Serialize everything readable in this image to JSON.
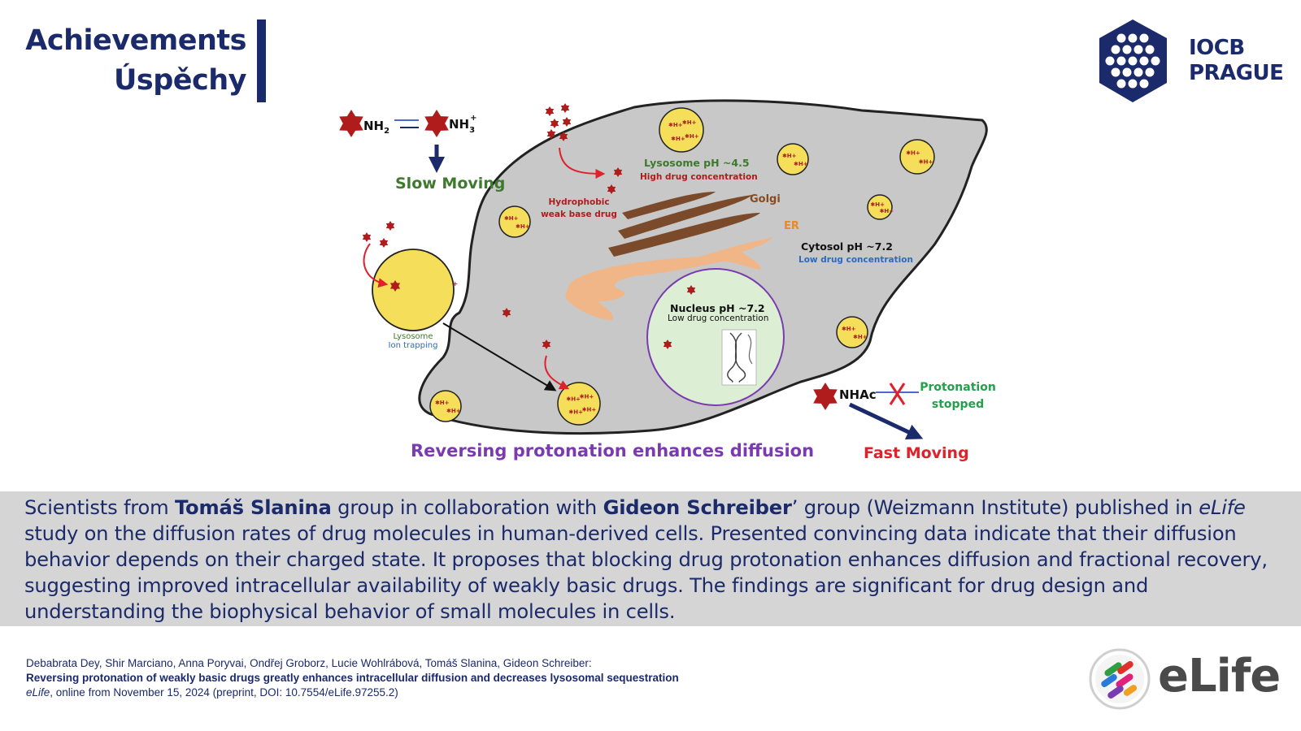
{
  "header": {
    "line1": "Achievements",
    "line2": "Úspěchy"
  },
  "iocb_logo": {
    "line1": "IOCB",
    "line2": "PRAGUE",
    "color": "#1b2a6b"
  },
  "diagram": {
    "amine_left": "NH",
    "amine_left_sub": "2",
    "amine_right": "NH",
    "amine_right_sub": "3",
    "amine_right_sup": "+",
    "slow_moving": "Slow Moving",
    "lysosome_top_label": "Lysosome  pH ~4.5",
    "high_drug": "High drug concentration",
    "hydrophobic": [
      "Hydrophobic",
      "weak base drug"
    ],
    "golgi": "Golgi",
    "er": "ER",
    "cytosol": "Cytosol  pH ~7.2",
    "low_drug_cytosol": "Low drug concentration",
    "nucleus": "Nucleus  pH ~7.2",
    "low_drug_nucleus": "Low drug concentration",
    "lysosome_left": "Lysosome",
    "ion_trapping": "Ion trapping",
    "nhac": "NHAc",
    "protonation_stopped": [
      "Protonation",
      "stopped"
    ],
    "fast_moving": "Fast Moving",
    "bottom_caption": "Reversing protonation enhances diffusion",
    "proton": "H",
    "proton_sup": "+"
  },
  "summary": {
    "p1": "Scientists from ",
    "name1": "Tomáš Slanina",
    "p2": " group in collaboration with ",
    "name2": "Gideon Schreiber",
    "p3": "’ group (Weizmann Institute)  published in ",
    "journal": "eLife",
    "p4": " study on the diffusion rates of drug molecules in human-derived cells. Presented convincing data indicate that their diffusion behavior depends on their charged state. It proposes that blocking drug protonation enhances diffusion and fractional recovery, suggesting improved intracellular availability of weakly basic drugs. The findings are significant for drug design and understanding the biophysical behavior of small molecules in cells."
  },
  "citation": {
    "authors": "Debabrata Dey, Shir Marciano, Anna Poryvai, Ondřej Groborz, Lucie Wohlrábová, Tomáš Slanina, Gideon Schreiber:",
    "title": "Reversing protonation of weakly basic drugs greatly enhances intracellular diffusion and decreases lysosomal sequestration",
    "journal": "eLife",
    "details": ", online from November 15, 2024 (preprint, DOI: 10.7554/eLife.97255.2)"
  },
  "elife_logo": {
    "text": "eLife"
  },
  "colors": {
    "navy": "#1b2a6b",
    "drug_red": "#b01c1c",
    "lysosome_yellow": "#f5de5a",
    "cell_gray": "#c8c8c8",
    "nucleus_green": "#dcefd4",
    "caption_purple": "#7a3bb0",
    "slow_green": "#3e7a2c",
    "fast_red": "#e0202a"
  }
}
